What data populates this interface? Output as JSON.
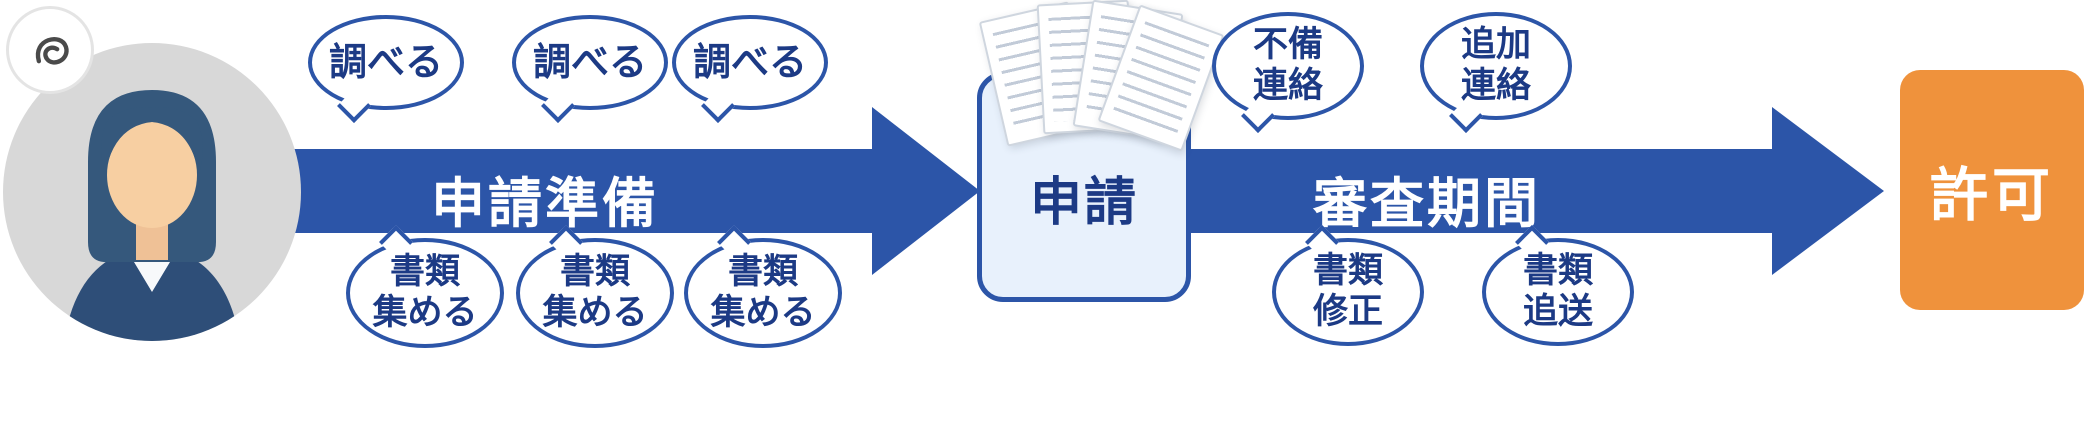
{
  "colors": {
    "arrow_blue": "#2c55a8",
    "bubble_border": "#2c55a8",
    "bubble_text": "#1c3a85",
    "box_fill": "#e8f1fc",
    "orange": "#ef923c"
  },
  "stage1": {
    "arrow_label": "申請準備",
    "top_bubbles": [
      {
        "text": "調べる"
      },
      {
        "text": "調べる"
      },
      {
        "text": "調べる"
      }
    ],
    "bottom_bubbles": [
      {
        "text": "書類\n集める"
      },
      {
        "text": "書類\n集める"
      },
      {
        "text": "書類\n集める"
      }
    ]
  },
  "application": {
    "label": "申請"
  },
  "stage2": {
    "arrow_label": "審査期間",
    "top_bubbles": [
      {
        "text": "不備\n連絡"
      },
      {
        "text": "追加\n連絡"
      }
    ],
    "bottom_bubbles": [
      {
        "text": "書類\n修正"
      },
      {
        "text": "書類\n追送"
      }
    ]
  },
  "result": {
    "label": "許可"
  }
}
